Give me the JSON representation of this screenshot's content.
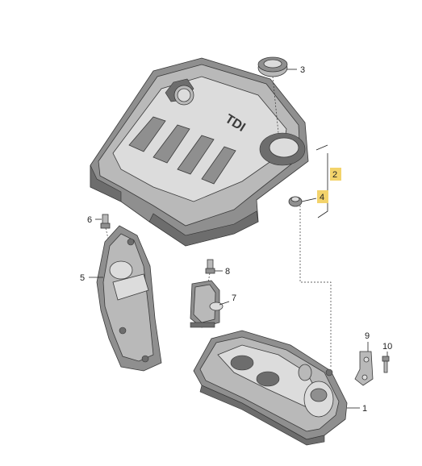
{
  "callouts": [
    {
      "id": "1",
      "label": "1"
    },
    {
      "id": "2",
      "label": "2"
    },
    {
      "id": "3",
      "label": "3"
    },
    {
      "id": "4",
      "label": "4"
    },
    {
      "id": "5",
      "label": "5"
    },
    {
      "id": "6",
      "label": "6"
    },
    {
      "id": "7",
      "label": "7"
    },
    {
      "id": "8",
      "label": "8"
    },
    {
      "id": "9",
      "label": "9"
    },
    {
      "id": "10",
      "label": "10"
    }
  ],
  "cover_badge": "TDI",
  "colors": {
    "highlight_box": "#f3d36b",
    "line": "#222222",
    "part_dark": "#8f8f8f",
    "part_mid": "#b9b9b9",
    "part_light": "#dcdcdc"
  }
}
